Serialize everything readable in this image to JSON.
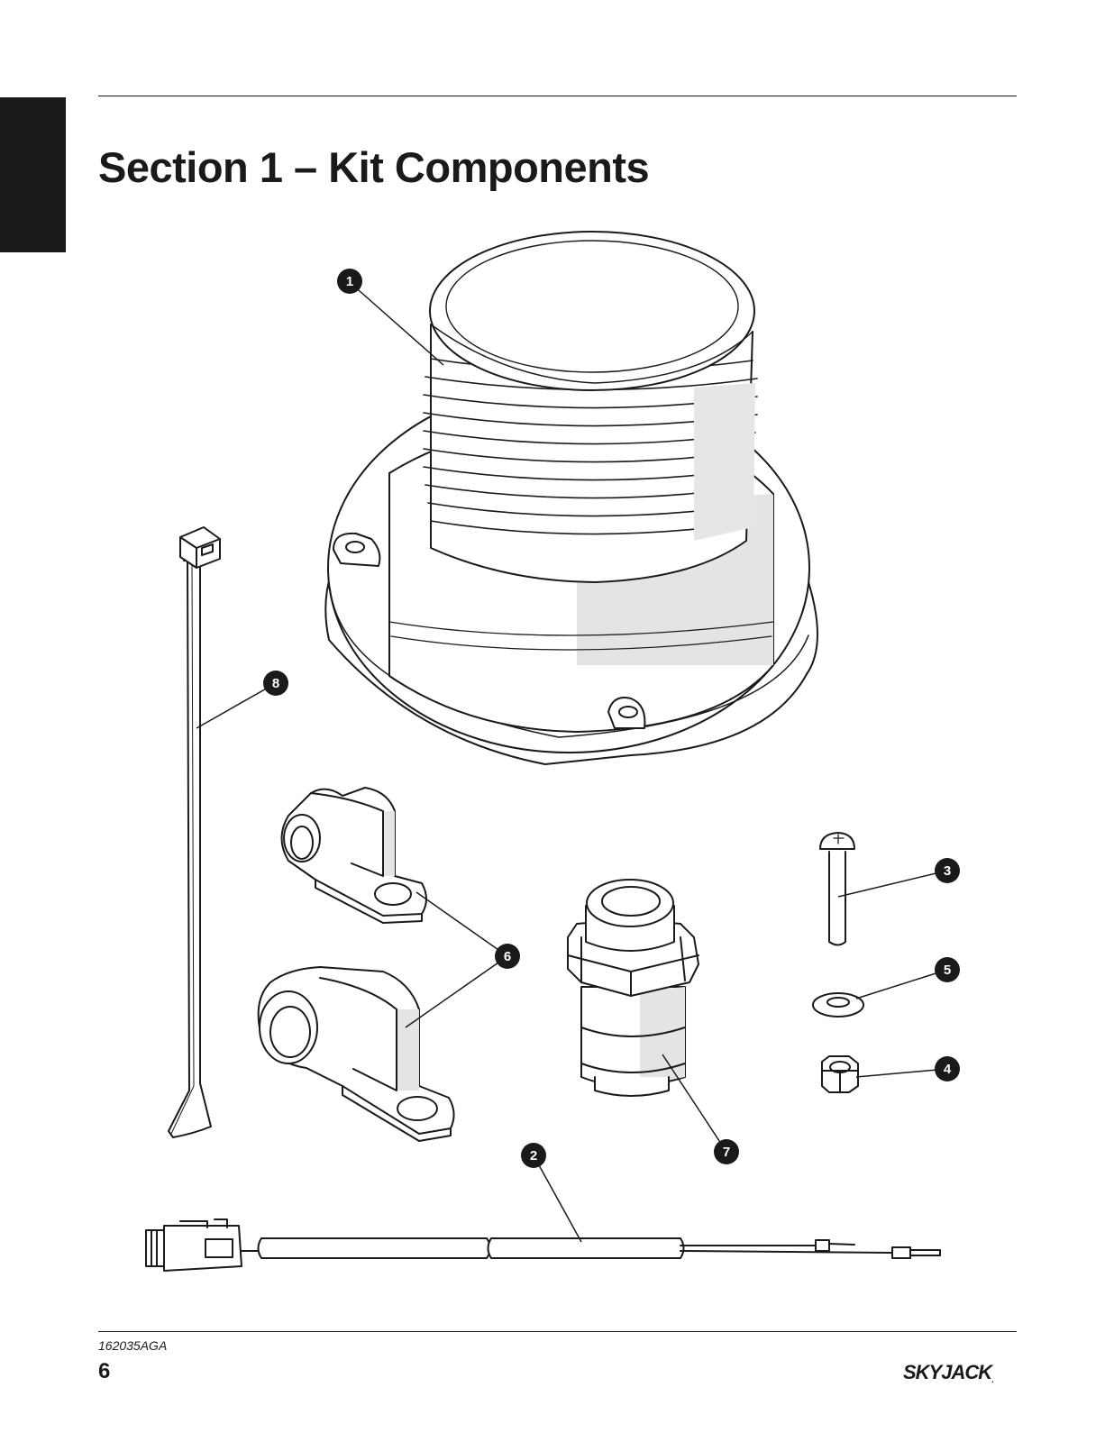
{
  "page": {
    "section_title": "Section 1 – Kit Components",
    "document_code": "162035AGA",
    "page_number": "6",
    "brand": "SKYJACK",
    "brand_mark": "."
  },
  "callouts": [
    "1",
    "2",
    "3",
    "4",
    "5",
    "6",
    "7",
    "8"
  ],
  "colors": {
    "ink": "#1a1a1a",
    "shade": "#e4e4e4",
    "paper": "#ffffff"
  }
}
